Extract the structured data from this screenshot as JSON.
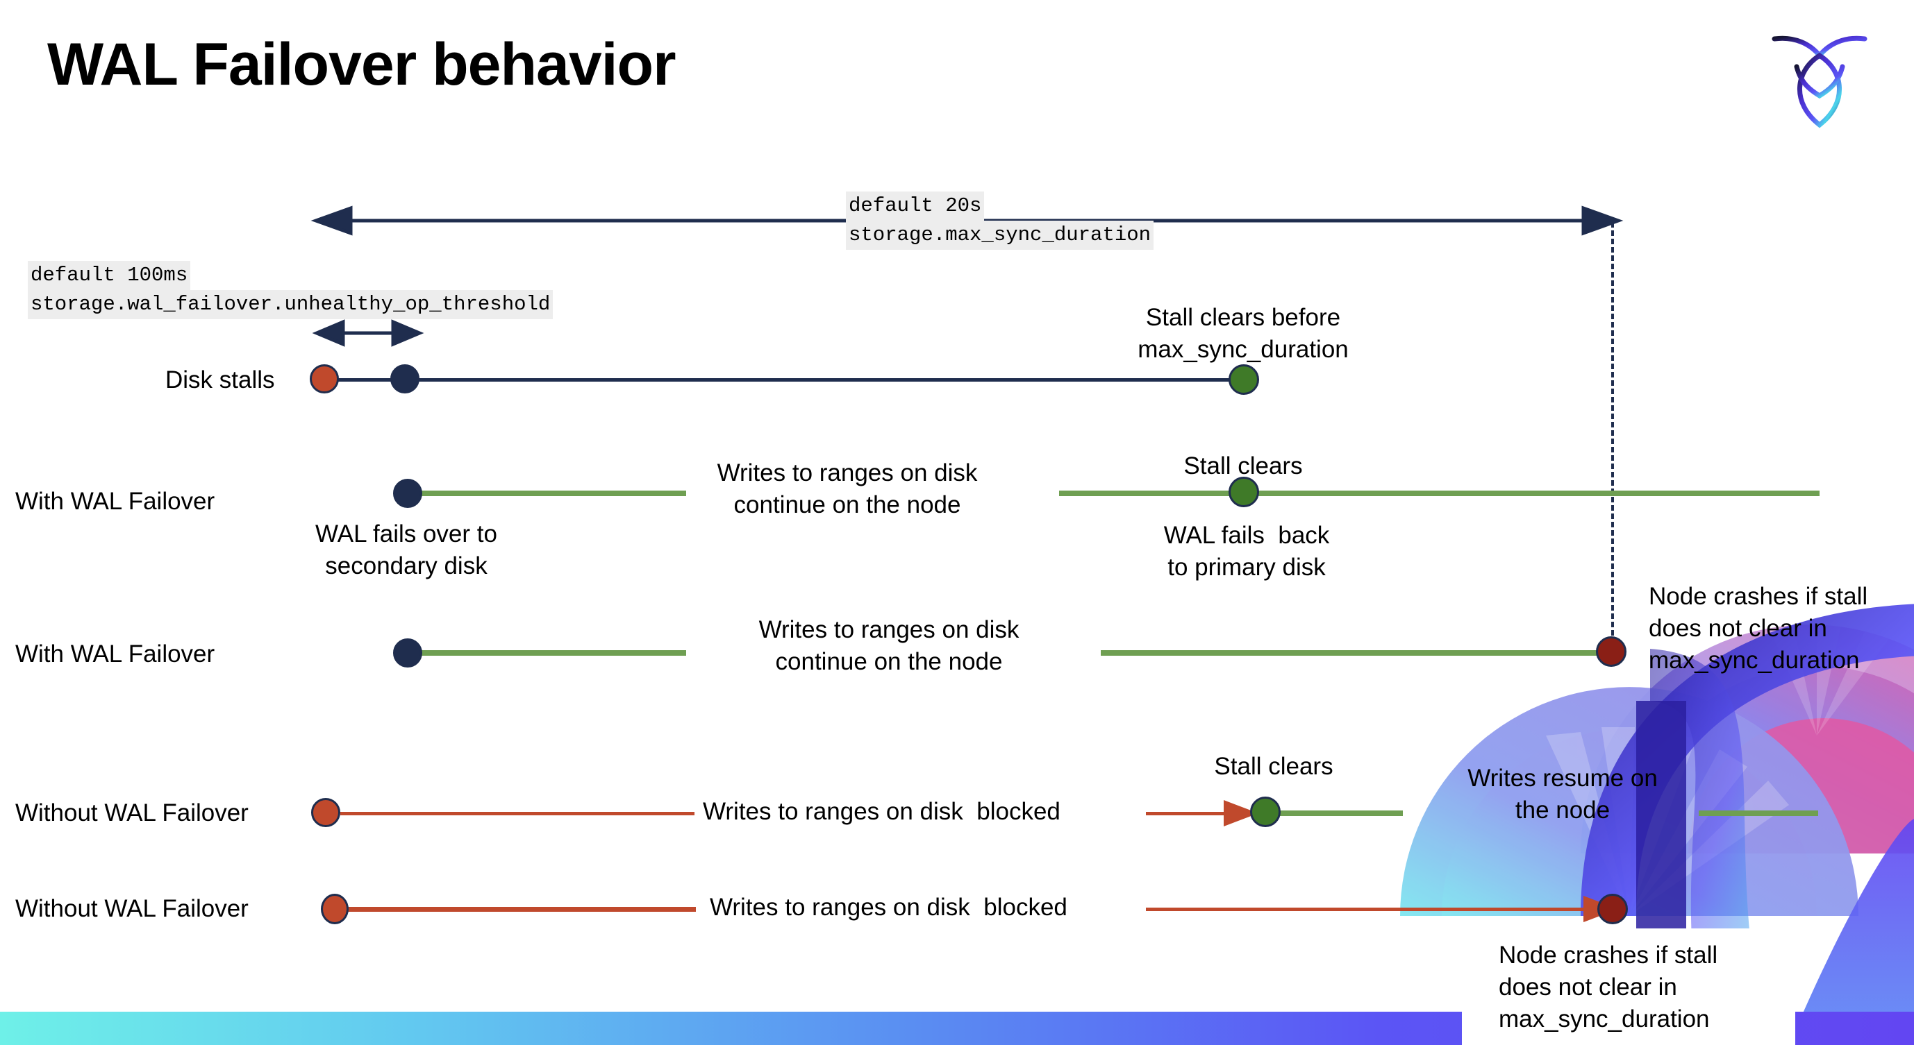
{
  "slide": {
    "title": "WAL Failover behavior",
    "logo_name": "cockroachdb-logo"
  },
  "settings": {
    "max_sync": {
      "default": "default 20s",
      "setting": "storage.max_sync_duration"
    },
    "unhealthy_op": {
      "default": "default 100ms",
      "setting": "storage.wal_failover.unhealthy_op_threshold"
    }
  },
  "rows": {
    "disk_stalls": {
      "label": "Disk stalls",
      "note_line1": "Stall clears before",
      "note_line2": "max_sync_duration"
    },
    "with_failover_1": {
      "label": "With WAL Failover",
      "note_failover_line1": "WAL fails over to",
      "note_failover_line2": "secondary disk",
      "note_writes_line1": "Writes to ranges on disk",
      "note_writes_line2": "continue on the node",
      "note_clears": "Stall clears",
      "note_failback_line1": "WAL fails  back",
      "note_failback_line2": "to primary disk"
    },
    "with_failover_2": {
      "label": "With WAL Failover",
      "note_writes_line1": "Writes to ranges on disk",
      "note_writes_line2": "continue on the node",
      "crash_line1": "Node crashes if stall",
      "crash_line2": "does not clear in",
      "crash_line3": "max_sync_duration"
    },
    "without_failover_1": {
      "label": "Without WAL Failover",
      "note_blocked": "Writes to ranges on disk  blocked",
      "note_clears": "Stall clears",
      "note_resume_line1": "Writes resume on",
      "note_resume_line2": "the node"
    },
    "without_failover_2": {
      "label": "Without WAL Failover",
      "note_blocked": "Writes to ranges on disk  blocked",
      "crash_line1": "Node crashes if stall",
      "crash_line2": "does not clear in",
      "crash_line3": "max_sync_duration"
    }
  },
  "colors": {
    "navy": "#1f2d4e",
    "orange": "#c0492c",
    "green_dot": "#3f7a28",
    "green_line": "#6f9f52",
    "dark_red": "#8a1f16",
    "code_bg": "#ededed"
  }
}
